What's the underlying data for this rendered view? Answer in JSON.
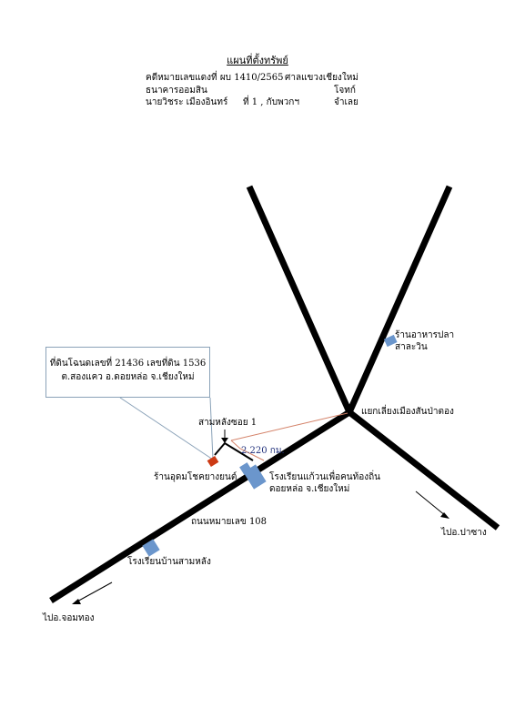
{
  "header": {
    "title": "แผนที่ตั้งทรัพย์",
    "case_line": "คดีหมายเลขแดงที่ ผบ 1410/2565",
    "court": "ศาลแขวงเชียงใหม่",
    "plaintiff_name": "ธนาคารออมสิน",
    "plaintiff_role": "โจทก์",
    "defendant_name": "นายวิชระ  เมืองอินทร์",
    "defendant_no": "ที่ 1 ,  กับพวกฯ",
    "defendant_role": "จำเลย"
  },
  "callout": {
    "line1": "ที่ดินโฉนดเลขที่ 21436  เลขที่ดิน 1536",
    "line2": "ต.สองแคว   อ.ดอยหล่อ   จ.เชียงใหม่"
  },
  "labels": {
    "soi": "สามหลังซอย 1",
    "distance": "2.220 กม.",
    "shop_tire": "ร้านอุดมโชคยางยนต์",
    "school_1": "โรงเรียนแก้วนเพื่อคนท้องถิ่น",
    "school_1_loc": "ดอยหล่อ จ.เชียงใหม่",
    "restaurant_1": "ร้านอาหารปลา",
    "restaurant_2": "สาละวิน",
    "junction": "แยกเลี่ยงเมืองสันป่าตอง",
    "highway": "ถนนหมายเลข 108",
    "school_2": "โรงเรียนบ้านสามหลัง",
    "to_chomthong": "ไปอ.จอมทอง",
    "to_pasang": "ไปอ.ปาซาง"
  },
  "colors": {
    "road": "#000000",
    "building": "#6b96cc",
    "property": "#cc3a14",
    "route": "#d4836a",
    "callout_border": "#8aa2b8",
    "distance_text": "#1f2f7a"
  }
}
